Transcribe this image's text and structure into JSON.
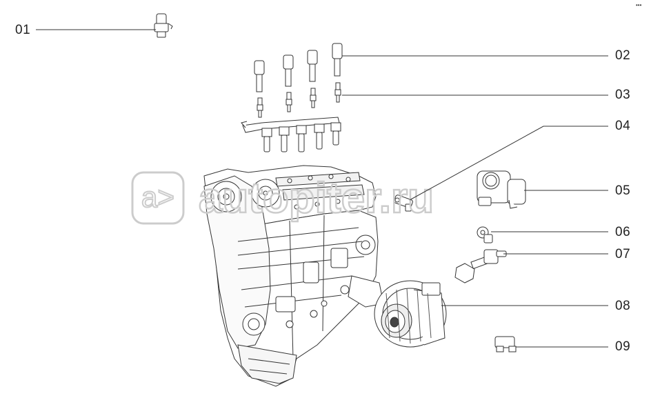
{
  "watermark": {
    "text": "autopiter.ru"
  },
  "corner_mark": "•••",
  "callouts": [
    {
      "id": "01",
      "label": "01"
    },
    {
      "id": "02",
      "label": "02"
    },
    {
      "id": "03",
      "label": "03"
    },
    {
      "id": "04",
      "label": "04"
    },
    {
      "id": "05",
      "label": "05"
    },
    {
      "id": "06",
      "label": "06"
    },
    {
      "id": "07",
      "label": "07"
    },
    {
      "id": "08",
      "label": "08"
    },
    {
      "id": "09",
      "label": "09"
    }
  ],
  "colors": {
    "line": "#333333",
    "watermark": "#cccccc",
    "text": "#222222"
  }
}
